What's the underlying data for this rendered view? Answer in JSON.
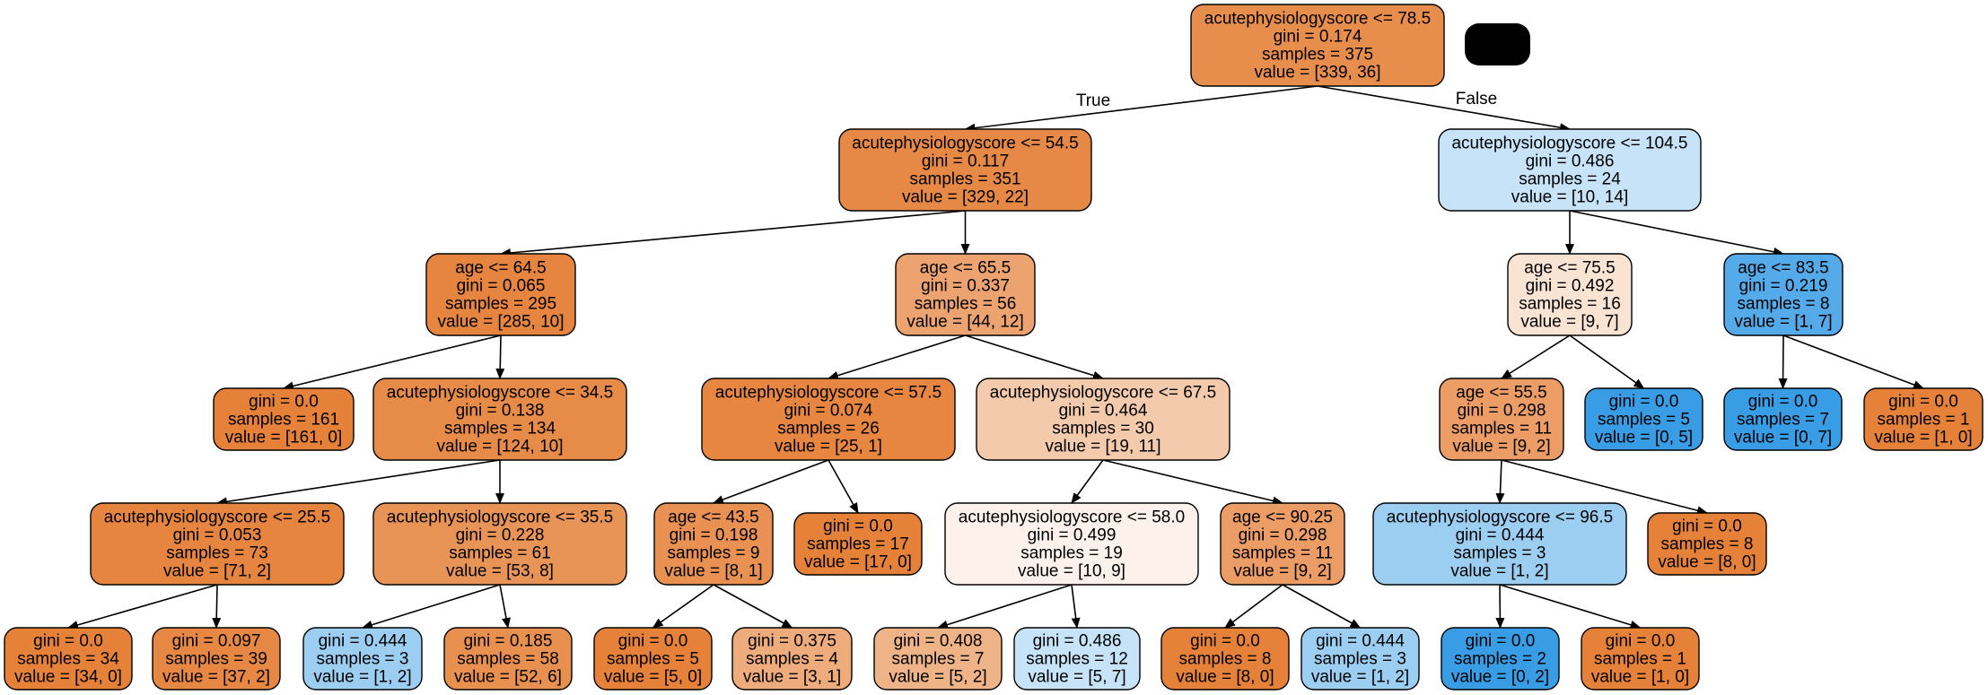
{
  "colors": {
    "edge": "#000000",
    "node_border": "#000000",
    "redacted_mark": "#000000"
  },
  "tree": {
    "edge_labels": {
      "true": "True",
      "false": "False"
    },
    "nodes": [
      {
        "id": "n0",
        "lines": [
          "acutephysiologyscore <= 78.5",
          "gini = 0.174",
          "samples = 375",
          "value = [339, 36]"
        ],
        "fill": "#e88e4d"
      },
      {
        "id": "n1",
        "lines": [
          "acutephysiologyscore <= 54.5",
          "gini = 0.117",
          "samples = 351",
          "value = [329, 22]"
        ],
        "fill": "#e78946"
      },
      {
        "id": "n2",
        "lines": [
          "acutephysiologyscore <= 104.5",
          "gini = 0.486",
          "samples = 24",
          "value = [10, 14]"
        ],
        "fill": "#c6e3f8"
      },
      {
        "id": "n3",
        "lines": [
          "age <= 64.5",
          "gini = 0.065",
          "samples = 295",
          "value = [285, 10]"
        ],
        "fill": "#e68540"
      },
      {
        "id": "n4",
        "lines": [
          "age <= 65.5",
          "gini = 0.337",
          "samples = 56",
          "value = [44, 12]"
        ],
        "fill": "#eca36f"
      },
      {
        "id": "n5",
        "lines": [
          "age <= 75.5",
          "gini = 0.492",
          "samples = 16",
          "value = [9, 7]"
        ],
        "fill": "#f9e3d3"
      },
      {
        "id": "n6",
        "lines": [
          "age <= 83.5",
          "gini = 0.219",
          "samples = 8",
          "value = [1, 7]"
        ],
        "fill": "#55abe9"
      },
      {
        "id": "n7",
        "lines": [
          "gini = 0.0",
          "samples = 161",
          "value = [161, 0]"
        ],
        "fill": "#e58139"
      },
      {
        "id": "n8",
        "lines": [
          "acutephysiologyscore <= 34.5",
          "gini = 0.138",
          "samples = 134",
          "value = [124, 10]"
        ],
        "fill": "#e78b49"
      },
      {
        "id": "n9",
        "lines": [
          "acutephysiologyscore <= 57.5",
          "gini = 0.074",
          "samples = 26",
          "value = [25, 1]"
        ],
        "fill": "#e68641"
      },
      {
        "id": "n10",
        "lines": [
          "acutephysiologyscore <= 67.5",
          "gini = 0.464",
          "samples = 30",
          "value = [19, 11]"
        ],
        "fill": "#f4caac"
      },
      {
        "id": "n11",
        "lines": [
          "age <= 55.5",
          "gini = 0.298",
          "samples = 11",
          "value = [9, 2]"
        ],
        "fill": "#eb9d65"
      },
      {
        "id": "n12",
        "lines": [
          "gini = 0.0",
          "samples = 5",
          "value = [0, 5]"
        ],
        "fill": "#399de5"
      },
      {
        "id": "n13",
        "lines": [
          "gini = 0.0",
          "samples = 7",
          "value = [0, 7]"
        ],
        "fill": "#399de5"
      },
      {
        "id": "n14",
        "lines": [
          "gini = 0.0",
          "samples = 1",
          "value = [1, 0]"
        ],
        "fill": "#e58139"
      },
      {
        "id": "n15",
        "lines": [
          "acutephysiologyscore <= 25.5",
          "gini = 0.053",
          "samples = 73",
          "value = [71, 2]"
        ],
        "fill": "#e6853f"
      },
      {
        "id": "n16",
        "lines": [
          "acutephysiologyscore <= 35.5",
          "gini = 0.228",
          "samples = 61",
          "value = [53, 8]"
        ],
        "fill": "#e99457"
      },
      {
        "id": "n17",
        "lines": [
          "age <= 43.5",
          "gini = 0.198",
          "samples = 9",
          "value = [8, 1]"
        ],
        "fill": "#e89152"
      },
      {
        "id": "n18",
        "lines": [
          "gini = 0.0",
          "samples = 17",
          "value = [17, 0]"
        ],
        "fill": "#e58139"
      },
      {
        "id": "n19",
        "lines": [
          "acutephysiologyscore <= 58.0",
          "gini = 0.499",
          "samples = 19",
          "value = [10, 9]"
        ],
        "fill": "#fcf2eb"
      },
      {
        "id": "n20",
        "lines": [
          "age <= 90.25",
          "gini = 0.298",
          "samples = 11",
          "value = [9, 2]"
        ],
        "fill": "#eb9d65"
      },
      {
        "id": "n21",
        "lines": [
          "acutephysiologyscore <= 96.5",
          "gini = 0.444",
          "samples = 3",
          "value = [1, 2]"
        ],
        "fill": "#9ccef2"
      },
      {
        "id": "n22",
        "lines": [
          "gini = 0.0",
          "samples = 8",
          "value = [8, 0]"
        ],
        "fill": "#e58139"
      },
      {
        "id": "n23",
        "lines": [
          "gini = 0.0",
          "samples = 34",
          "value = [34, 0]"
        ],
        "fill": "#e58139"
      },
      {
        "id": "n24",
        "lines": [
          "gini = 0.097",
          "samples = 39",
          "value = [37, 2]"
        ],
        "fill": "#e68844"
      },
      {
        "id": "n25",
        "lines": [
          "gini = 0.444",
          "samples = 3",
          "value = [1, 2]"
        ],
        "fill": "#9ccef2"
      },
      {
        "id": "n26",
        "lines": [
          "gini = 0.185",
          "samples = 58",
          "value = [52, 6]"
        ],
        "fill": "#e89050"
      },
      {
        "id": "n27",
        "lines": [
          "gini = 0.0",
          "samples = 5",
          "value = [5, 0]"
        ],
        "fill": "#e58139"
      },
      {
        "id": "n28",
        "lines": [
          "gini = 0.375",
          "samples = 4",
          "value = [3, 1]"
        ],
        "fill": "#eeab7b"
      },
      {
        "id": "n29",
        "lines": [
          "gini = 0.408",
          "samples = 7",
          "value = [5, 2]"
        ],
        "fill": "#efb388"
      },
      {
        "id": "n30",
        "lines": [
          "gini = 0.486",
          "samples = 12",
          "value = [5, 7]"
        ],
        "fill": "#c6e3f8"
      },
      {
        "id": "n31",
        "lines": [
          "gini = 0.0",
          "samples = 8",
          "value = [8, 0]"
        ],
        "fill": "#e58139"
      },
      {
        "id": "n32",
        "lines": [
          "gini = 0.444",
          "samples = 3",
          "value = [1, 2]"
        ],
        "fill": "#9ccef2"
      },
      {
        "id": "n33",
        "lines": [
          "gini = 0.0",
          "samples = 2",
          "value = [0, 2]"
        ],
        "fill": "#399de5"
      },
      {
        "id": "n34",
        "lines": [
          "gini = 0.0",
          "samples = 1",
          "value = [1, 0]"
        ],
        "fill": "#e58139"
      }
    ],
    "edges": [
      [
        "n0",
        "n1"
      ],
      [
        "n0",
        "n2"
      ],
      [
        "n1",
        "n3"
      ],
      [
        "n1",
        "n4"
      ],
      [
        "n2",
        "n5"
      ],
      [
        "n2",
        "n6"
      ],
      [
        "n3",
        "n7"
      ],
      [
        "n3",
        "n8"
      ],
      [
        "n4",
        "n9"
      ],
      [
        "n4",
        "n10"
      ],
      [
        "n5",
        "n11"
      ],
      [
        "n5",
        "n12"
      ],
      [
        "n6",
        "n13"
      ],
      [
        "n6",
        "n14"
      ],
      [
        "n8",
        "n15"
      ],
      [
        "n8",
        "n16"
      ],
      [
        "n9",
        "n17"
      ],
      [
        "n9",
        "n18"
      ],
      [
        "n10",
        "n19"
      ],
      [
        "n10",
        "n20"
      ],
      [
        "n11",
        "n21"
      ],
      [
        "n11",
        "n22"
      ],
      [
        "n15",
        "n23"
      ],
      [
        "n15",
        "n24"
      ],
      [
        "n16",
        "n25"
      ],
      [
        "n16",
        "n26"
      ],
      [
        "n17",
        "n27"
      ],
      [
        "n17",
        "n28"
      ],
      [
        "n19",
        "n29"
      ],
      [
        "n19",
        "n30"
      ],
      [
        "n20",
        "n31"
      ],
      [
        "n20",
        "n32"
      ],
      [
        "n21",
        "n33"
      ],
      [
        "n21",
        "n34"
      ]
    ]
  }
}
